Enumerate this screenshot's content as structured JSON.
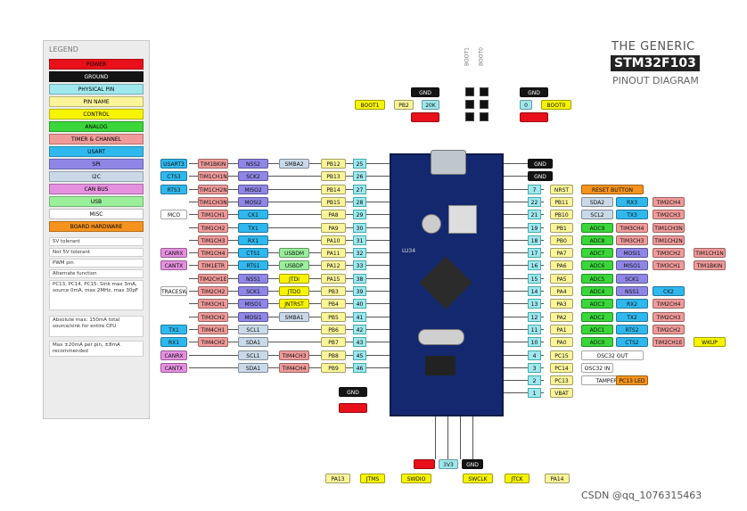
{
  "header": {
    "line1": "THE GENERIC",
    "line2": "STM32F103",
    "line3": "PINOUT DIAGRAM"
  },
  "watermark": "CSDN @qq_1076315463",
  "colors": {
    "power": "#e8101a",
    "ground": "#141414",
    "physical": "#9ee8ee",
    "pinname": "#fbf59a",
    "control": "#f7f400",
    "analog": "#3ad63a",
    "timer": "#f09a9a",
    "usart": "#2fb8ee",
    "spi": "#8f86e6",
    "i2c": "#c9d9e8",
    "can": "#e690e0",
    "usb": "#9af09a",
    "misc": "#ffffff",
    "board": "#f5931e"
  },
  "legend": {
    "title": "LEGEND",
    "items": [
      {
        "label": "POWER",
        "color": "power"
      },
      {
        "label": "GROUND",
        "color": "ground"
      },
      {
        "label": "PHYSICAL PIN",
        "color": "physical"
      },
      {
        "label": "PIN NAME",
        "color": "pinname"
      },
      {
        "label": "CONTROL",
        "color": "control"
      },
      {
        "label": "ANALOG",
        "color": "analog"
      },
      {
        "label": "TIMER & CHANNEL",
        "color": "timer"
      },
      {
        "label": "USART",
        "color": "usart"
      },
      {
        "label": "SPI",
        "color": "spi"
      },
      {
        "label": "I2C",
        "color": "i2c"
      },
      {
        "label": "CAN BUS",
        "color": "can"
      },
      {
        "label": "USB",
        "color": "usb"
      },
      {
        "label": "MISC",
        "color": "misc"
      },
      {
        "label": "BOARD HARDWARE",
        "color": "board"
      }
    ],
    "symbols": [
      "5V tolerant",
      "Not 5V tolerant",
      "PWM pin",
      "Alternate function",
      "PC13, PC14, PC15: Sink max 3mA, source 0mA, max 2MHz, max 30pF"
    ],
    "note1": "Absolute max: 150mA total source/sink for entire CPU",
    "note2": "Max ±20mA per pin, ±8mA recommended"
  },
  "top_header": {
    "left_boot": "BOOT1",
    "left_pin": "PB2",
    "left_val": "20K",
    "gnd": "GND",
    "right_boot": "BOOT0",
    "right_val": "0",
    "col_labels": [
      "BOOT1",
      "BOOT0"
    ]
  },
  "left_rows": [
    {
      "pin": "25",
      "name": "PB12",
      "extra": [
        "USART3",
        "TIM1BKIN",
        "NSS2",
        "SMBA2"
      ],
      "extra_colors": [
        "usart",
        "timer",
        "spi",
        "i2c"
      ]
    },
    {
      "pin": "26",
      "name": "PB13",
      "extra": [
        "CTS3",
        "TIM1CH1N",
        "SCK2"
      ],
      "extra_colors": [
        "usart",
        "timer",
        "spi"
      ]
    },
    {
      "pin": "27",
      "name": "PB14",
      "extra": [
        "RTS3",
        "TIM1CH2N",
        "MISO2"
      ],
      "extra_colors": [
        "usart",
        "timer",
        "spi"
      ]
    },
    {
      "pin": "28",
      "name": "PB15",
      "extra": [
        "",
        "TIM1CH3N",
        "MOSI2"
      ],
      "extra_colors": [
        "usart",
        "timer",
        "spi"
      ]
    },
    {
      "pin": "29",
      "name": "PA8",
      "extra": [
        "MCO",
        "TIM1CH1",
        "CK1"
      ],
      "extra_colors": [
        "misc",
        "timer",
        "usart"
      ]
    },
    {
      "pin": "30",
      "name": "PA9",
      "extra": [
        "",
        "TIM1CH2",
        "TX1"
      ],
      "extra_colors": [
        "usart",
        "timer",
        "usart"
      ]
    },
    {
      "pin": "31",
      "name": "PA10",
      "extra": [
        "",
        "TIM1CH3",
        "RX1"
      ],
      "extra_colors": [
        "usart",
        "timer",
        "usart"
      ]
    },
    {
      "pin": "32",
      "name": "PA11",
      "extra": [
        "CANRX",
        "TIM1CH4",
        "CTS1",
        "USBDM"
      ],
      "extra_colors": [
        "can",
        "timer",
        "usart",
        "usb"
      ]
    },
    {
      "pin": "33",
      "name": "PA12",
      "extra": [
        "CANTX",
        "TIM1ETR",
        "RTS1",
        "USBDP"
      ],
      "extra_colors": [
        "can",
        "timer",
        "usart",
        "usb"
      ]
    },
    {
      "pin": "38",
      "name": "PA15",
      "extra": [
        "",
        "TIM2CH1E",
        "NSS1",
        "JTDI"
      ],
      "extra_colors": [
        "misc",
        "timer",
        "spi",
        "control"
      ]
    },
    {
      "pin": "39",
      "name": "PB3",
      "extra": [
        "TRACESWO",
        "TIM2CH2",
        "SCK1",
        "JTDO"
      ],
      "extra_colors": [
        "misc",
        "timer",
        "spi",
        "control"
      ]
    },
    {
      "pin": "40",
      "name": "PB4",
      "extra": [
        "",
        "TIM3CH1",
        "MISO1",
        "JNTRST"
      ],
      "extra_colors": [
        "misc",
        "timer",
        "spi",
        "control"
      ]
    },
    {
      "pin": "41",
      "name": "PB5",
      "extra": [
        "",
        "TIM3CH2",
        "MOSI1",
        "SMBA1"
      ],
      "extra_colors": [
        "misc",
        "timer",
        "spi",
        "i2c"
      ]
    },
    {
      "pin": "42",
      "name": "PB6",
      "extra": [
        "TX1",
        "TIM4CH1",
        "SCL1"
      ],
      "extra_colors": [
        "usart",
        "timer",
        "i2c"
      ]
    },
    {
      "pin": "43",
      "name": "PB7",
      "extra": [
        "RX1",
        "TIM4CH2",
        "SDA1"
      ],
      "extra_colors": [
        "usart",
        "timer",
        "i2c"
      ]
    },
    {
      "pin": "45",
      "name": "PB8",
      "extra": [
        "CANRX",
        "",
        "SCL1",
        "TIM4CH3"
      ],
      "extra_colors": [
        "can",
        "timer",
        "i2c",
        "timer"
      ]
    },
    {
      "pin": "46",
      "name": "PB9",
      "extra": [
        "CANTX",
        "",
        "SDA1",
        "TIM4CH4"
      ],
      "extra_colors": [
        "can",
        "timer",
        "i2c",
        "timer"
      ]
    }
  ],
  "right_rows": [
    {
      "pin": "",
      "name": "GND",
      "type": "ground"
    },
    {
      "pin": "",
      "name": "GND",
      "type": "ground"
    },
    {
      "pin": "7",
      "name": "NRST",
      "extra": [
        "RESET BUTTON"
      ]
    },
    {
      "pin": "22",
      "name": "PB11",
      "extra": [
        "SDA2",
        "RX3",
        "TIM2CH4"
      ]
    },
    {
      "pin": "21",
      "name": "PB10",
      "extra": [
        "SCL2",
        "TX3",
        "TIM2CH3"
      ]
    },
    {
      "pin": "19",
      "name": "PB1",
      "extra": [
        "ADC9",
        "TIM3CH4",
        "TIM1CH3N"
      ]
    },
    {
      "pin": "18",
      "name": "PB0",
      "extra": [
        "ADC8",
        "TIM3CH3",
        "TIM1CH2N"
      ]
    },
    {
      "pin": "17",
      "name": "PA7",
      "extra": [
        "ADC7",
        "MOSI1",
        "TIM3CH2",
        "TIM1CH1N"
      ]
    },
    {
      "pin": "16",
      "name": "PA6",
      "extra": [
        "ADC6",
        "MISO1",
        "TIM3CH1",
        "TIM1BKIN"
      ]
    },
    {
      "pin": "15",
      "name": "PA5",
      "extra": [
        "ADC5",
        "SCK1"
      ]
    },
    {
      "pin": "14",
      "name": "PA4",
      "extra": [
        "ADC4",
        "NSS1",
        "CK2"
      ]
    },
    {
      "pin": "13",
      "name": "PA3",
      "extra": [
        "ADC3",
        "RX2",
        "TIM2CH4"
      ]
    },
    {
      "pin": "12",
      "name": "PA2",
      "extra": [
        "ADC2",
        "TX2",
        "TIM2CH3"
      ]
    },
    {
      "pin": "11",
      "name": "PA1",
      "extra": [
        "ADC1",
        "RTS2",
        "TIM2CH2"
      ]
    },
    {
      "pin": "10",
      "name": "PA0",
      "extra": [
        "ADC0",
        "CTS2",
        "TIM2CH1E",
        "WKUP"
      ]
    },
    {
      "pin": "4",
      "name": "PC15",
      "extra": [
        "OSC32 OUT"
      ]
    },
    {
      "pin": "3",
      "name": "PC14",
      "extra": [
        "OSC32 IN"
      ]
    },
    {
      "pin": "2",
      "name": "PC13",
      "extra": [
        "TAMPER RTC",
        "PC13 LED"
      ]
    },
    {
      "pin": "1",
      "name": "VBAT"
    }
  ],
  "left_bottom": {
    "gnd": "GND"
  },
  "bottom": {
    "labels": [
      "PA13",
      "JTMS",
      "SWDIO",
      "SWCLK",
      "JTCK",
      "PA14"
    ],
    "center": "3V3",
    "gnd": "GND"
  },
  "board_chip_label": "LU34"
}
